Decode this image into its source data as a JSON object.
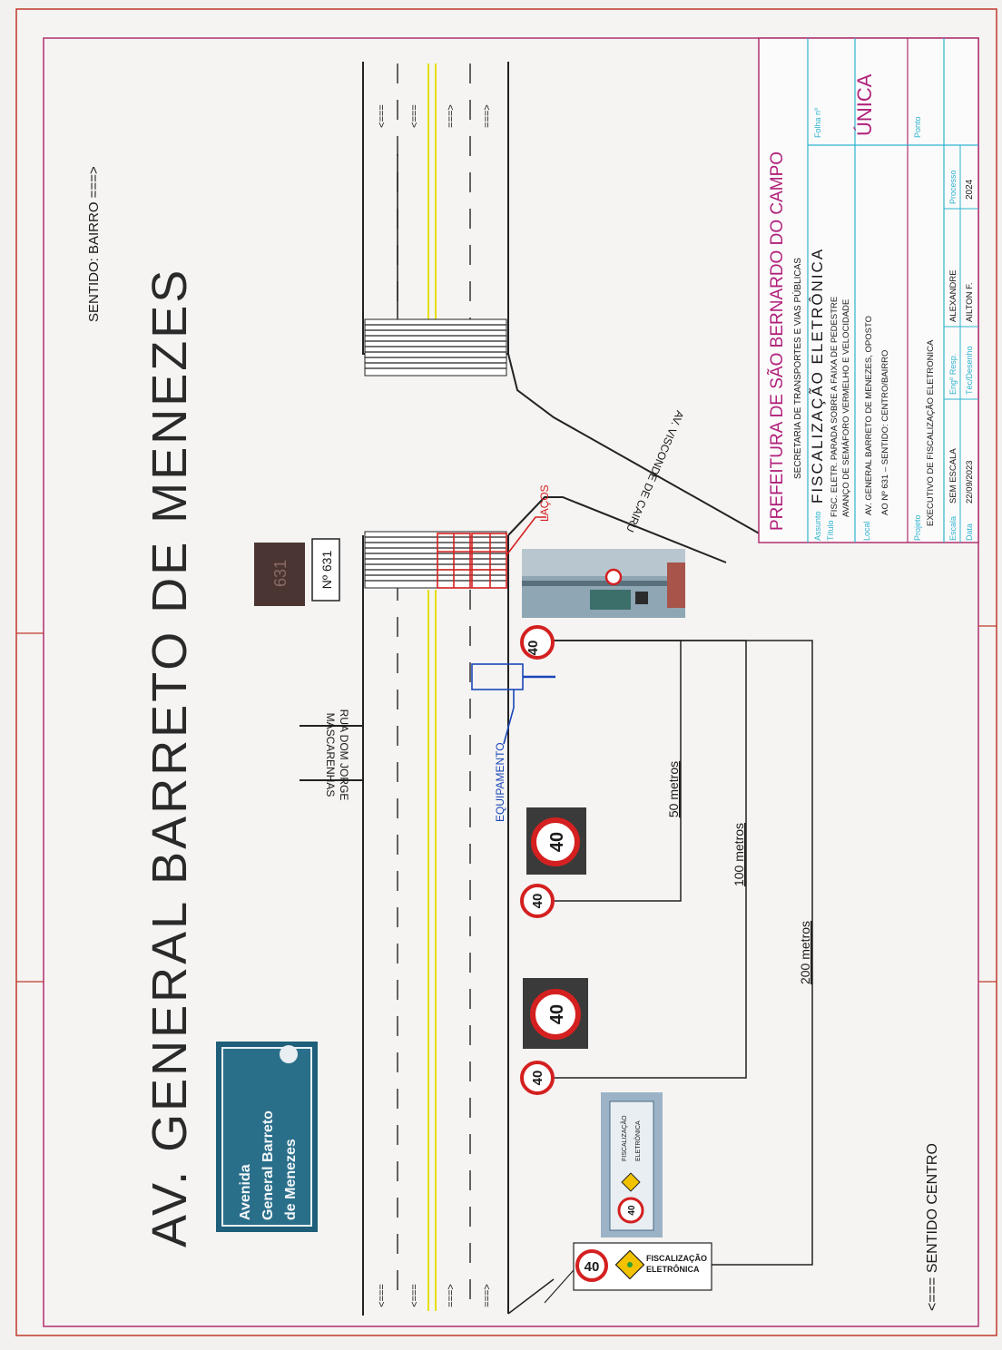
{
  "title": "AV. GENERAL BARRETO DE MENEZES",
  "direction_bairro": "SENTIDO: BAIRRO ===>",
  "direction_centro": "<=== SENTIDO CENTRO",
  "street_sign": {
    "line1": "Avenida",
    "line2": "General Barreto",
    "line3": "de Menezes"
  },
  "address_number": "Nº 631",
  "plate_number": "631",
  "cross_street_1": {
    "line1": "RUA DOM JORGE",
    "line2": "MASCARENHAS"
  },
  "cross_street_2": "AV. VISCONDE DE CAIRU",
  "lane_arrows": {
    "left": "<===",
    "right": "===>"
  },
  "labels": {
    "lacos": "LAÇOS",
    "equipamento": "EQUIPAMENTO",
    "dist_50": "50 metros",
    "dist_100": "100 metros",
    "dist_200": "200 metros"
  },
  "speed_limit": "40",
  "fiscalizacao_sign": {
    "line1": "FISCALIZAÇÃO",
    "line2": "ELETRÔNICA"
  },
  "title_block": {
    "org": "PREFEITURA DE SÃO BERNARDO DO CAMPO",
    "dept": "SECRETARIA DE TRANSPORTES E VIAS PÚBLICAS",
    "assunto_label": "Assunto",
    "assunto": "FISCALIZAÇÃO ELETRÔNICA",
    "titulo_label": "Título",
    "titulo_1": "FISC. ELETR. PARADA SOBRE A FAIXA DE PEDESTRE",
    "titulo_2": "AVANÇO DE SEMÁFORO VERMELHO E VELOCIDADE",
    "local_label": "Local",
    "local_1": "AV. GENERAL BARRETO DE MENEZES, OPOSTO",
    "local_2": "AO Nº 631 – SENTIDO: CENTRO/BAIRRO",
    "folha_label": "Folha nº",
    "folha": "ÚNICA",
    "projeto_label": "Projeto",
    "projeto": "EXECUTIVO DE FISCALIZAÇÃO ELETRONICA",
    "ponto_label": "Ponto",
    "escala_label": "Escala",
    "escala": "SEM ESCALA",
    "data_label": "Data",
    "data": "22/09/2023",
    "eng_label": "Engº Resp.",
    "eng": "ALEXANDRE",
    "tec_label": "Téc/Desenho",
    "tec": "AILTON F.",
    "processo_label": "Processo",
    "processo": "2024"
  }
}
